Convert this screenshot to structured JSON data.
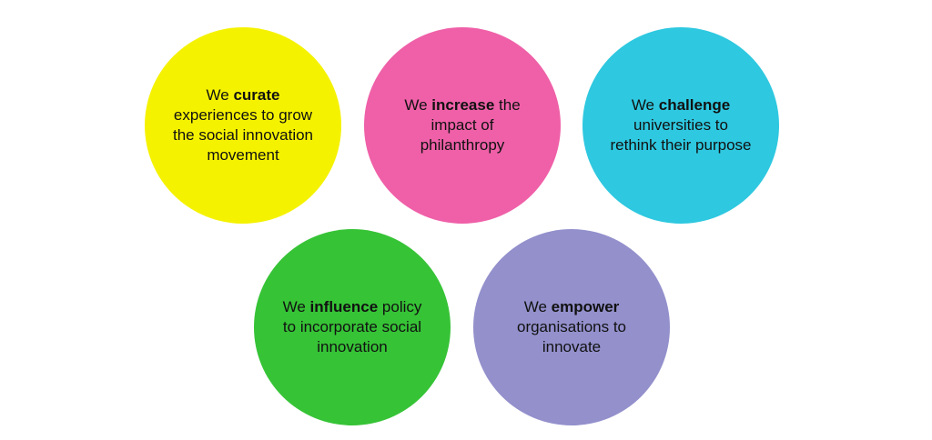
{
  "circles": [
    {
      "prefix": "We",
      "keyword": "curate",
      "rest": "experiences to grow the social innovation movement",
      "color": "#f5f200"
    },
    {
      "prefix": "We",
      "keyword": "increase",
      "rest": "the impact of philanthropy",
      "color": "#ef60a8"
    },
    {
      "prefix": "We",
      "keyword": "challenge",
      "rest": "universities to rethink their purpose",
      "color": "#2ec8e0"
    },
    {
      "prefix": "We",
      "keyword": "influence",
      "rest": "policy to incorporate social innovation",
      "color": "#36c336"
    },
    {
      "prefix": "We",
      "keyword": "empower",
      "rest": "organisations to innovate",
      "color": "#9390cc"
    }
  ]
}
